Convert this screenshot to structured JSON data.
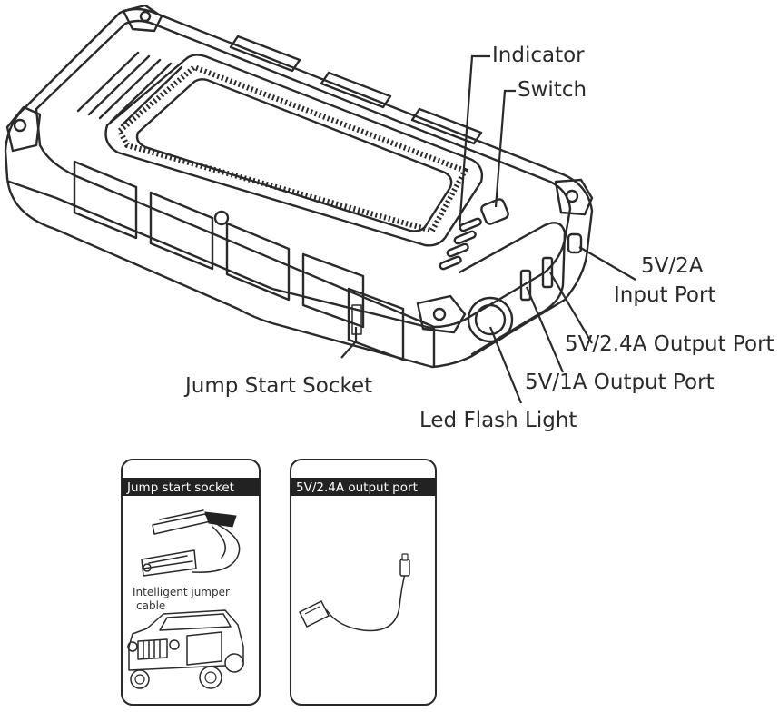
{
  "callouts": {
    "indicator": "Indicator",
    "switch": "Switch",
    "input_port_line1": "5V/2A",
    "input_port_line2": "Input Port",
    "output_24a": "5V/2.4A Output Port",
    "output_1a": "5V/1A Output Port",
    "led_flash_light": "Led Flash Light",
    "jump_start_socket": "Jump Start Socket"
  },
  "cards": [
    {
      "title": "Jump start socket",
      "caption_line1": "Intelligent jumper",
      "caption_line2": "cable"
    },
    {
      "title": "5V/2.4A output port"
    }
  ],
  "colors": {
    "line": "#2a2a2a",
    "card_header": "#222222",
    "background": "#ffffff"
  }
}
